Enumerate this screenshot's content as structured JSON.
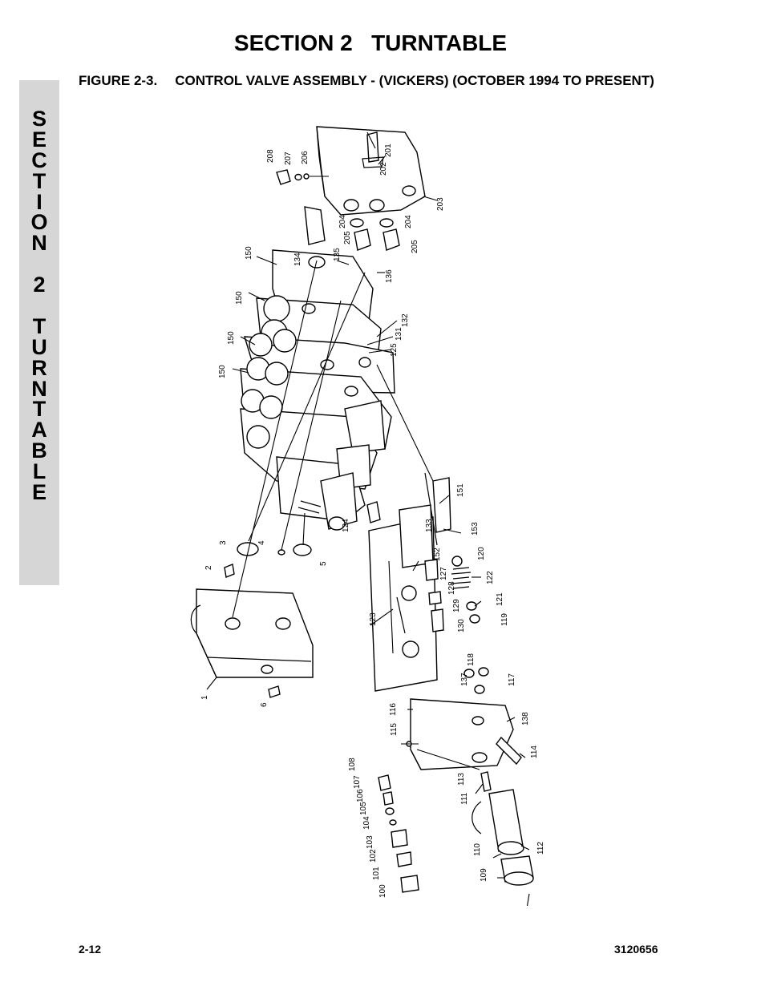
{
  "section_title": "SECTION 2   TURNTABLE",
  "figure": {
    "number": "FIGURE 2-3.",
    "caption": "CONTROL VALVE ASSEMBLY - (VICKERS) (OCTOBER 1994 TO PRESENT)"
  },
  "side_tab": {
    "letters": [
      "S",
      "E",
      "C",
      "T",
      "I",
      "O",
      "N",
      " ",
      "2",
      " ",
      "T",
      "U",
      "R",
      "N",
      "T",
      "A",
      "B",
      "L",
      "E"
    ]
  },
  "callouts": {
    "c208": "208",
    "c207": "207",
    "c206": "206",
    "c201": "201",
    "c202": "202",
    "c203": "203",
    "c204a": "204",
    "c204b": "204",
    "c205a": "205",
    "c205b": "205",
    "c150a": "150",
    "c150b": "150",
    "c150c": "150",
    "c150d": "150",
    "c134": "134",
    "c135": "135",
    "c136": "136",
    "c132": "132",
    "c131": "131",
    "c125": "125",
    "c151": "151",
    "c153": "153",
    "c133": "133",
    "c152": "152",
    "c120": "120",
    "c127": "127",
    "c122": "122",
    "c128": "128",
    "c129": "129",
    "c121": "121",
    "c130": "130",
    "c119": "119",
    "c123": "123",
    "c124": "124",
    "c3": "3",
    "c4": "4",
    "c5": "5",
    "c2": "2",
    "c1": "1",
    "c6": "6",
    "c118": "118",
    "c137": "137",
    "c117": "117",
    "c116": "116",
    "c115": "115",
    "c138": "138",
    "c114": "114",
    "c108": "108",
    "c107": "107",
    "c106": "106",
    "c113": "113",
    "c105": "105",
    "c111": "111",
    "c104": "104",
    "c103": "103",
    "c102": "102",
    "c101": "101",
    "c100": "100",
    "c110": "110",
    "c112": "112",
    "c109": "109"
  },
  "footer": {
    "page": "2-12",
    "doc_number": "3120656"
  }
}
